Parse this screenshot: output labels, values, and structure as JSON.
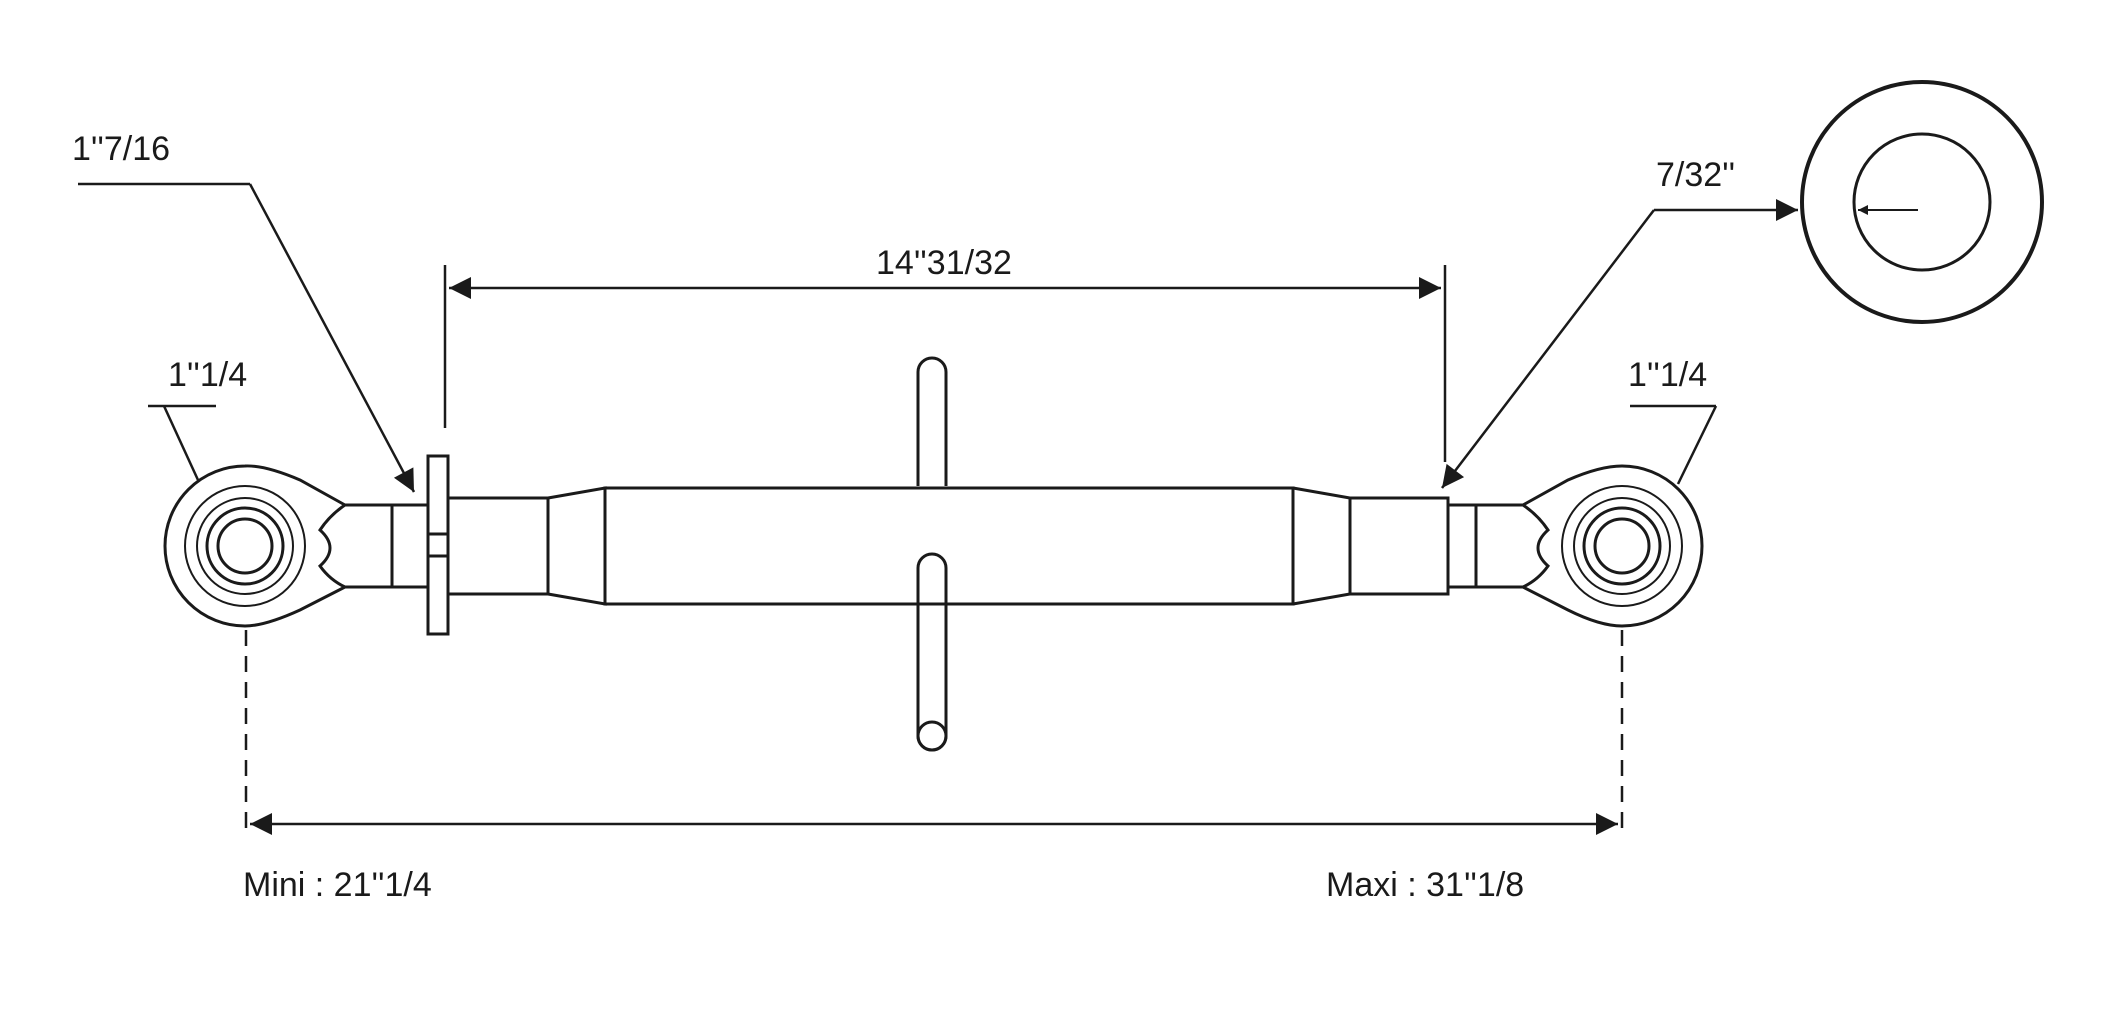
{
  "labels": {
    "thread_diameter_left": "1''7/16",
    "body_length": "14''31/32",
    "wall_thickness": "7/32''",
    "ball_size_left": "1''1/4",
    "ball_size_right": "1''1/4",
    "length_min": "Mini : 21''1/4",
    "length_max": "Maxi : 31''1/8"
  }
}
